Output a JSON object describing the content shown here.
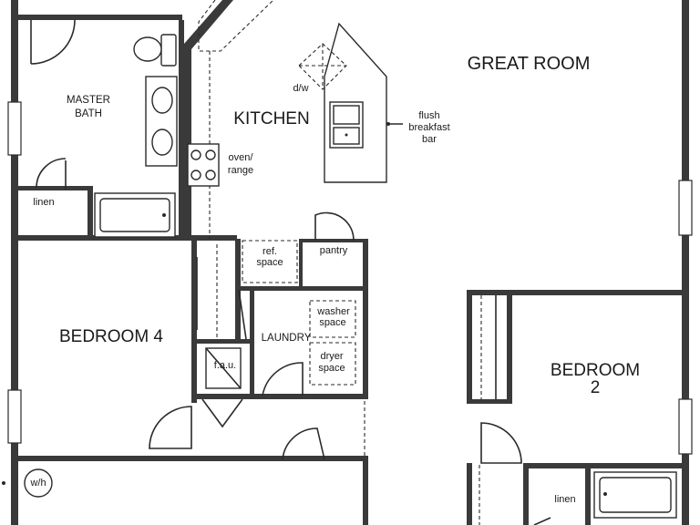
{
  "rooms": {
    "great_room": "GREAT ROOM",
    "kitchen": "KITCHEN",
    "master_bath_line1": "MASTER",
    "master_bath_line2": "BATH",
    "bedroom_4": "BEDROOM 4",
    "bedroom_2_line1": "BEDROOM",
    "bedroom_2_line2": "2",
    "laundry": "LAUNDRY"
  },
  "labels": {
    "dw": "d/w",
    "flush_1": "flush",
    "flush_2": "breakfast",
    "flush_3": "bar",
    "oven_1": "oven/",
    "oven_2": "range",
    "linen_master": "linen",
    "linen_bed2": "linen",
    "ref_1": "ref.",
    "ref_2": "space",
    "pantry": "pantry",
    "washer_1": "washer",
    "washer_2": "space",
    "dryer_1": "dryer",
    "dryer_2": "space",
    "fau": "f.a.u.",
    "wh": "w/h"
  }
}
